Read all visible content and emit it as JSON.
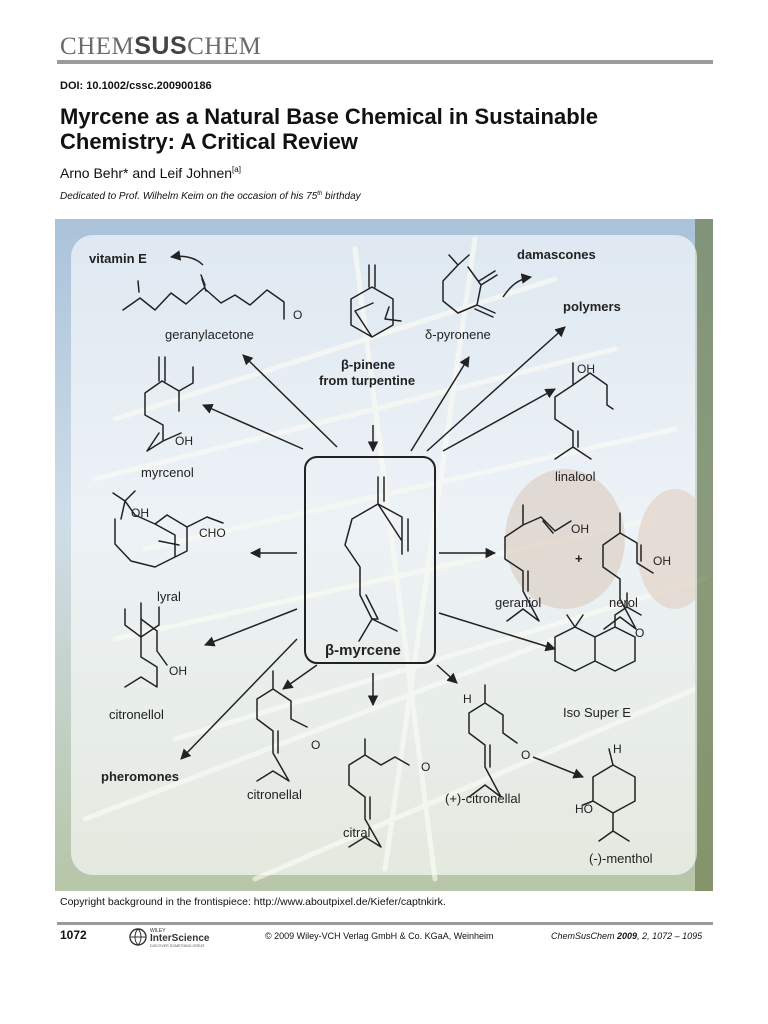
{
  "header": {
    "journal_part1": "CHEM",
    "journal_part2": "SUS",
    "journal_part3": "CHEM",
    "doi": "DOI: 10.1002/cssc.200900186"
  },
  "article": {
    "title": "Myrcene as a Natural Base Chemical in Sustainable Chemistry: A Critical Review",
    "authors": "Arno Behr* and Leif Johnen",
    "affiliation_marker": "[a]",
    "dedication_prefix": "Dedicated to Prof. Wilhelm Keim on the occasion of his 75",
    "dedication_sup": "th",
    "dedication_suffix": " birthday"
  },
  "figure": {
    "center": "β-myrcene",
    "labels": {
      "vitamin_e": "vitamin E",
      "geranylacetone": "geranylacetone",
      "beta_pinene_1": "β-pinene",
      "beta_pinene_2": "from turpentine",
      "damascones": "damascones",
      "pyronene": "δ-pyronene",
      "polymers": "polymers",
      "myrcenol": "myrcenol",
      "linalool": "linalool",
      "lyral": "lyral",
      "geraniol": "geraniol",
      "plus": "+",
      "nerol": "nerol",
      "citronellol": "citronellol",
      "iso_super_e": "Iso Super E",
      "pheromones": "pheromones",
      "citronellal": "citronellal",
      "citral": "citral",
      "plus_citronellal": "(+)-citronellal",
      "menthol": "(-)-menthol"
    },
    "atoms": {
      "oh": "OH",
      "cho": "CHO",
      "o": "O",
      "h": "H",
      "ho": "HO"
    }
  },
  "caption": "Copyright background in the frontispiece: http://www.aboutpixel.de/Kiefer/captnkirk.",
  "footer": {
    "page_number": "1072",
    "publisher_top": "WILEY",
    "publisher_name": "InterScience",
    "publisher_tagline": "DISCOVER SOMETHING GREAT",
    "copyright": "© 2009 Wiley-VCH Verlag GmbH & Co. KGaA, Weinheim",
    "citation_journal": "ChemSusChem ",
    "citation_year": "2009",
    "citation_rest": ", 2, 1072 – 1095"
  },
  "colors": {
    "sky": "#b9cfe2",
    "needles": "#d8dfc8",
    "panel": "#ffffff",
    "rule": "#9b9b9b",
    "ink": "#222222"
  }
}
